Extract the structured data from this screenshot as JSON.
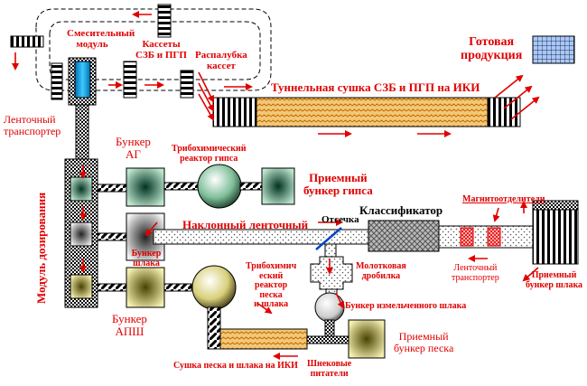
{
  "labels": {
    "mixing_module": "Смесительный\nмодуль",
    "cassettes": "Кассеты\nСЗБ и ПГП",
    "formwork_release": "Распалубка\nкассет",
    "finished_product": "Готовая\nпродукция",
    "tunnel_drying": "Туннельная сушка СЗБ и ПГП на ИКИ",
    "belt_conveyor_left": "Ленточный\nтранспортер",
    "bunker_ag": "Бункер\nАГ",
    "tribo_reactor_gypsum": "Трибохимический\nреактор гипса",
    "receiving_bunker_gypsum": "Приемный\nбункер гипса",
    "dosing_module": "Модуль дозирования",
    "classifier": "Классификатор",
    "magnetic_separators": "Магнитоотделители",
    "cutoff": "Отсечка",
    "inclined_belt": "Наклонный ленточный",
    "bunker_slag": "Бункер\nшлака",
    "hammer_crusher": "Молотковая\nдробилка",
    "belt_conveyor_right": "Ленточный\nтранспортер",
    "receiving_bunker_slag": "Приемный\nбункер шлака",
    "tribo_reactor_sand": "Трибохимич\nеский\nреактор\nпеска\nи шлака",
    "bunker_ground_slag": "Бункер измельченного шлака",
    "bunker_apsh": "Бункер\nАПШ",
    "receiving_bunker_sand": "Приемный\nбункер песка",
    "sand_slag_drying": "Сушка песка и шлака на ИКИ",
    "screw_feeders": "Шнековые\nпитатели"
  },
  "colors": {
    "label_red": "#e00000",
    "arrow_red": "#e00000",
    "hatch_yellow": "#e8b860",
    "mixer_cyan": "#00a8e8",
    "bunker_green": "#009966",
    "bunker_yellow": "#e8e070",
    "classifier_gray": "#bbbbbb",
    "product_blue": "#a8c8ff"
  },
  "icons": [
    "flow-arrow-icon",
    "cutoff-valve-icon",
    "conveyor-belt-icon"
  ]
}
